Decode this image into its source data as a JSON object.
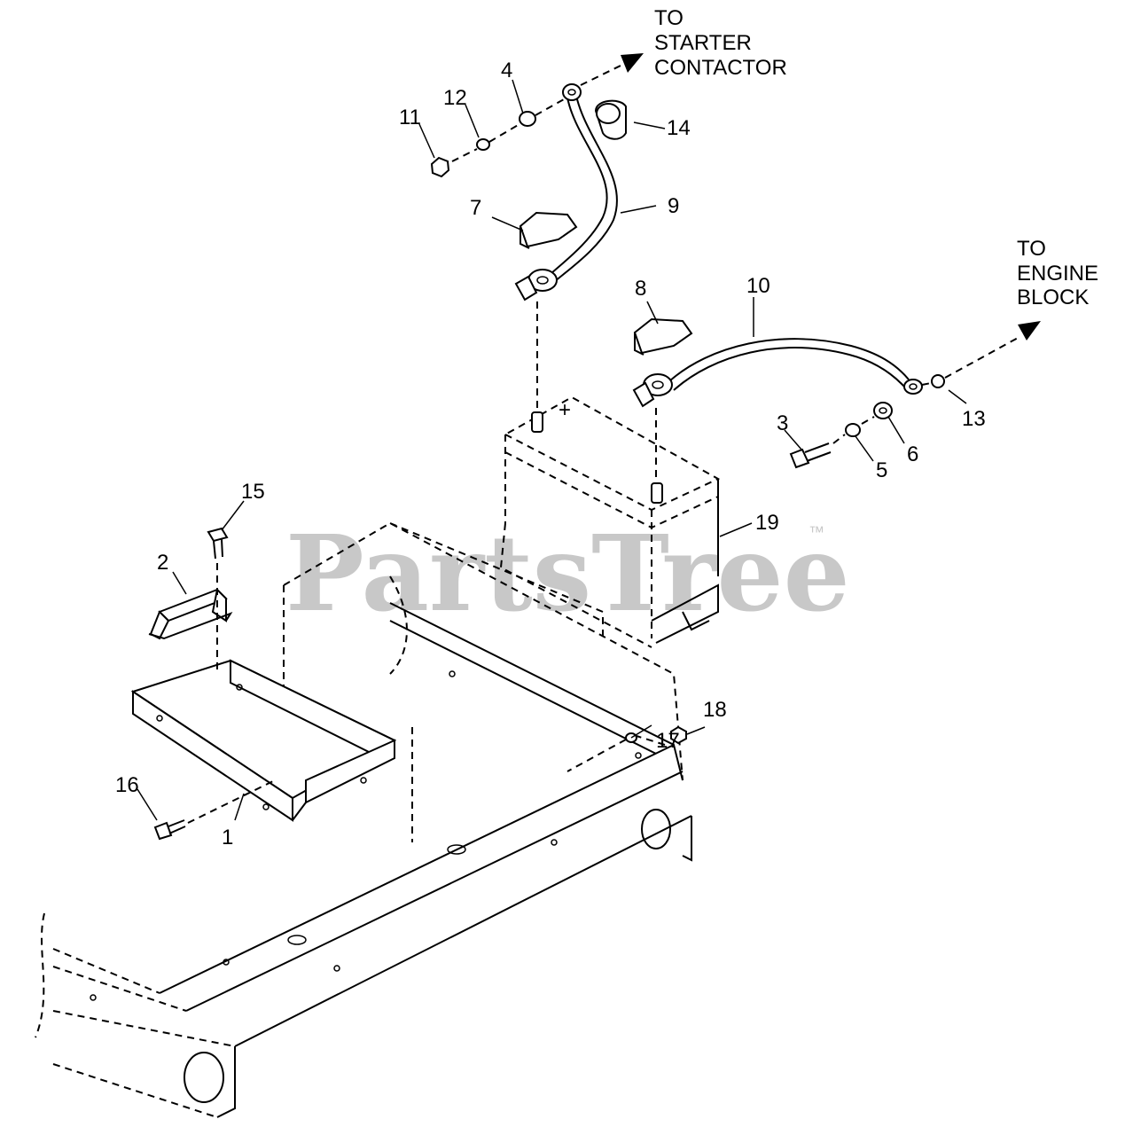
{
  "watermark": {
    "text": "PartsTree",
    "trademark": "™"
  },
  "destinations": {
    "starter": [
      "TO",
      "STARTER",
      "CONTACTOR"
    ],
    "engine": [
      "TO",
      "ENGINE",
      "BLOCK"
    ]
  },
  "callouts": [
    "1",
    "2",
    "3",
    "4",
    "5",
    "6",
    "7",
    "8",
    "9",
    "10",
    "11",
    "12",
    "13",
    "14",
    "15",
    "16",
    "17",
    "18",
    "19"
  ],
  "battery_terminal_mark": "+"
}
